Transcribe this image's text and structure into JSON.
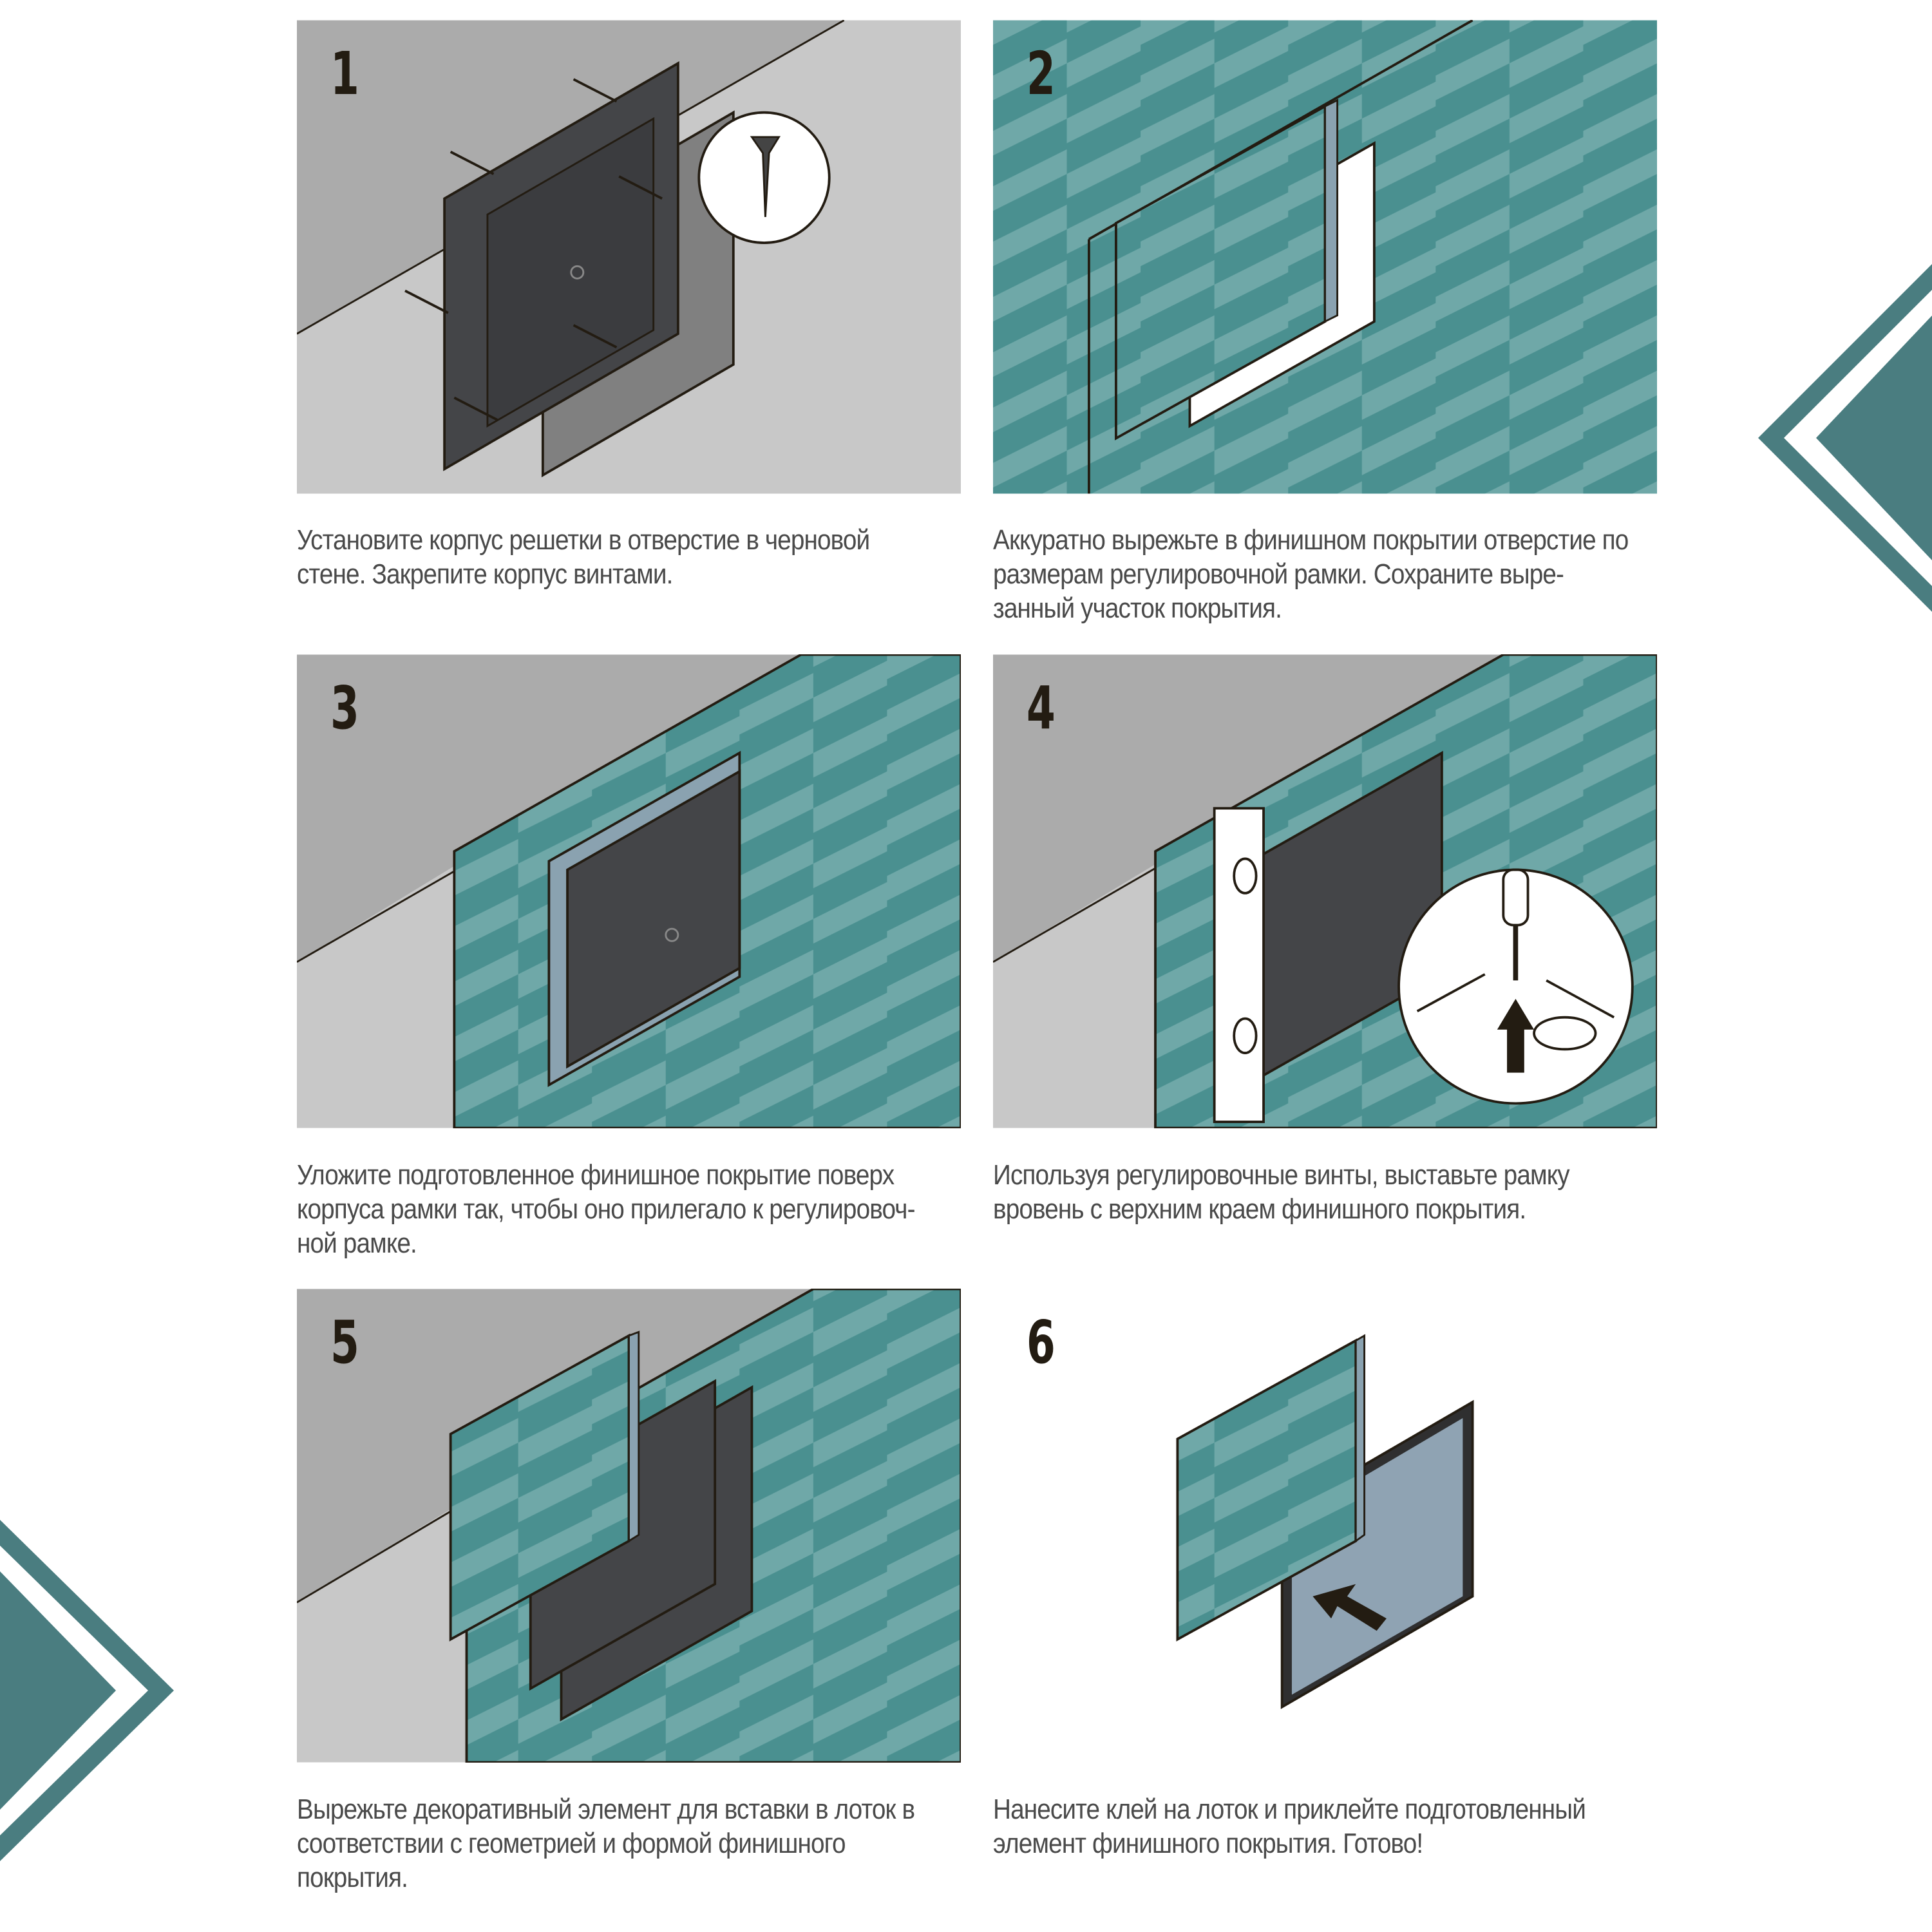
{
  "steps": [
    {
      "number": "1",
      "caption": "Установите корпус решетки в отверстие в черновой стене. Закрепите корпус винтами."
    },
    {
      "number": "2",
      "caption": "Аккуратно вырежьте в финишном покрытии отверстие по размерам регулировочной рамки. Сохраните выре-занный участок покрытия."
    },
    {
      "number": "3",
      "caption": "Уложите подготовленное финишное покрытие поверх корпуса рамки так, чтобы оно прилегало к регулировоч-ной рамке."
    },
    {
      "number": "4",
      "caption": "Используя регулировочные винты, выставьте рамку вровень с верхним краем финишного покрытия."
    },
    {
      "number": "5",
      "caption": "Вырежьте декоративный элемент для вставки в лоток в соответствии с геометрией и формой финишного покрытия."
    },
    {
      "number": "6",
      "caption": "Нанесите клей на лоток и приклейте подготовленный элемент финишного покрытия. Готово!"
    }
  ],
  "colors": {
    "teal": "#4a9090",
    "teal_light": "#6fa8a8",
    "wall_dark": "#ababab",
    "wall_light": "#c8c8c8",
    "box": "#444548",
    "deco": "#4a7d80"
  }
}
